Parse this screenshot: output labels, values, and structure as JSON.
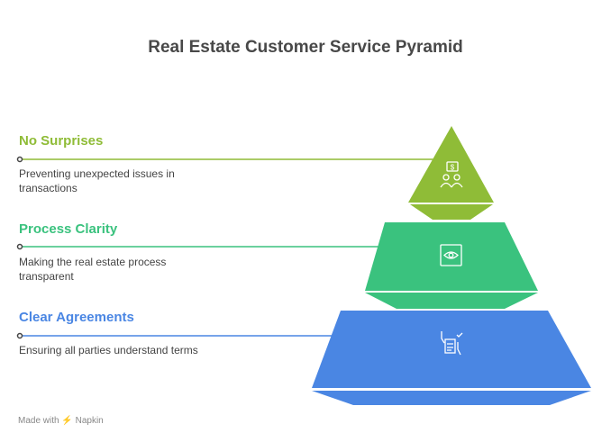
{
  "title": "Real Estate Customer Service Pyramid",
  "levels": [
    {
      "heading": "No Surprises",
      "description": "Preventing unexpected issues in transactions",
      "color": "#8fbc37",
      "icon": "money-talk-people-icon"
    },
    {
      "heading": "Process Clarity",
      "description": "Making the real estate process transparent",
      "color": "#3ac27e",
      "icon": "eye-scan-icon"
    },
    {
      "heading": "Clear Agreements",
      "description": "Ensuring all parties understand terms",
      "color": "#4a86e3",
      "icon": "contract-signing-icon"
    }
  ],
  "footer": {
    "made_with": "Made with",
    "brand": "Napkin"
  }
}
